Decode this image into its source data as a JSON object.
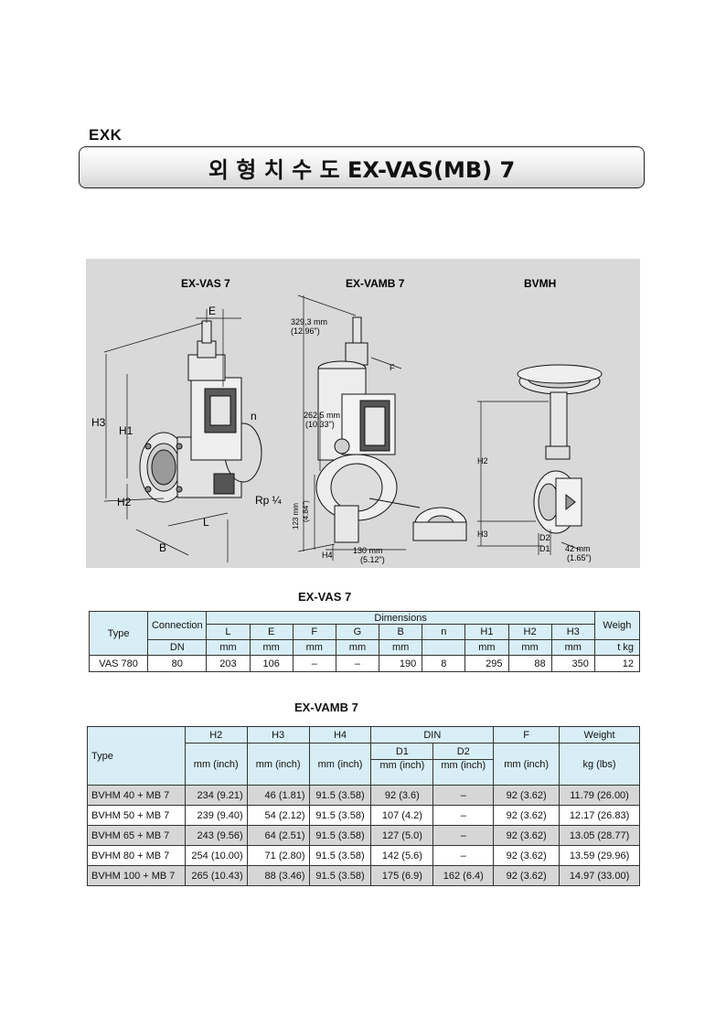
{
  "header": {
    "brand": "EXK",
    "title": "외 형  치 수 도 EX-VAS(MB) 7"
  },
  "figure": {
    "labels": {
      "ex_vas7": "EX-VAS 7",
      "ex_vamb7": "EX-VAMB 7",
      "bvmh": "BVMH"
    },
    "dims": {
      "E": "E",
      "H3": "H3",
      "H1": "H1",
      "H2": "H2",
      "n": "n",
      "rp": "Rp ¼",
      "L": "L",
      "B": "B",
      "d3293": "329,3 mm",
      "d3293in": "(12.96\")",
      "F": "F",
      "d2625": "262,5 mm",
      "d2625in": "(10.33\")",
      "d123": "123 mm",
      "d123in": "(4.84\")",
      "H4": "H4",
      "d130": "130 mm",
      "d130in": "(5.12\")",
      "bH2": "H2",
      "bH3": "H3",
      "D2": "D2",
      "D1": "D1",
      "d42": "42 mm",
      "d42in": "(1.65\")"
    }
  },
  "vas_table": {
    "caption": "EX-VAS 7",
    "col_type": "Type",
    "col_conn": "Connection",
    "col_conn_sub": "DN",
    "col_dims": "Dimensions",
    "col_weight": "Weigh",
    "col_weight_sub": "t  kg",
    "dim_cols": [
      {
        "name": "L",
        "unit": "mm"
      },
      {
        "name": "E",
        "unit": "mm"
      },
      {
        "name": "F",
        "unit": "mm"
      },
      {
        "name": "G",
        "unit": "mm"
      },
      {
        "name": "B",
        "unit": "mm"
      },
      {
        "name": "n",
        "unit": ""
      },
      {
        "name": "H1",
        "unit": "mm"
      },
      {
        "name": "H2",
        "unit": "mm"
      },
      {
        "name": "H3",
        "unit": "mm"
      }
    ],
    "rows": [
      {
        "type": "VAS 780",
        "dn": "80",
        "L": "203",
        "E": "106",
        "F": "–",
        "G": "–",
        "B": "190",
        "n": "8",
        "H1": "295",
        "H2": "88",
        "H3": "350",
        "weight": "12"
      }
    ]
  },
  "vamb_table": {
    "caption": "EX-VAMB 7",
    "col_type": "Type",
    "col_h2": "H2",
    "col_h3": "H3",
    "col_h4": "H4",
    "col_din": "DIN",
    "col_d1": "D1",
    "col_d2": "D2",
    "col_f": "F",
    "col_weight": "Weight",
    "unit": "mm (inch)",
    "unit_kg": "kg (lbs)",
    "rows": [
      {
        "type": "BVHM 40 + MB 7",
        "h2": "234 (9.21)",
        "h3": "46 (1.81)",
        "h4": "91.5 (3.58)",
        "d1": "92 (3.6)",
        "d2": "–",
        "f": "92 (3.62)",
        "w": "11.79 (26.00)"
      },
      {
        "type": "BVHM 50 + MB 7",
        "h2": "239 (9.40)",
        "h3": "54 (2.12)",
        "h4": "91.5 (3.58)",
        "d1": "107 (4.2)",
        "d2": "–",
        "f": "92 (3.62)",
        "w": "12.17 (26.83)"
      },
      {
        "type": "BVHM 65 + MB 7",
        "h2": "243 (9.56)",
        "h3": "64 (2.51)",
        "h4": "91.5 (3.58)",
        "d1": "127 (5.0)",
        "d2": "–",
        "f": "92 (3.62)",
        "w": "13.05 (28.77)"
      },
      {
        "type": "BVHM 80 + MB 7",
        "h2": "254 (10.00)",
        "h3": "71 (2.80)",
        "h4": "91.5 (3.58)",
        "d1": "142 (5.6)",
        "d2": "–",
        "f": "92 (3.62)",
        "w": "13.59 (29.96)"
      },
      {
        "type": "BVHM 100 + MB 7",
        "h2": "265 (10.43)",
        "h3": "88 (3.46)",
        "h4": "91.5 (3.58)",
        "d1": "175 (6.9)",
        "d2": "162 (6.4)",
        "f": "92 (3.62)",
        "w": "14.97 (33.00)"
      }
    ]
  }
}
